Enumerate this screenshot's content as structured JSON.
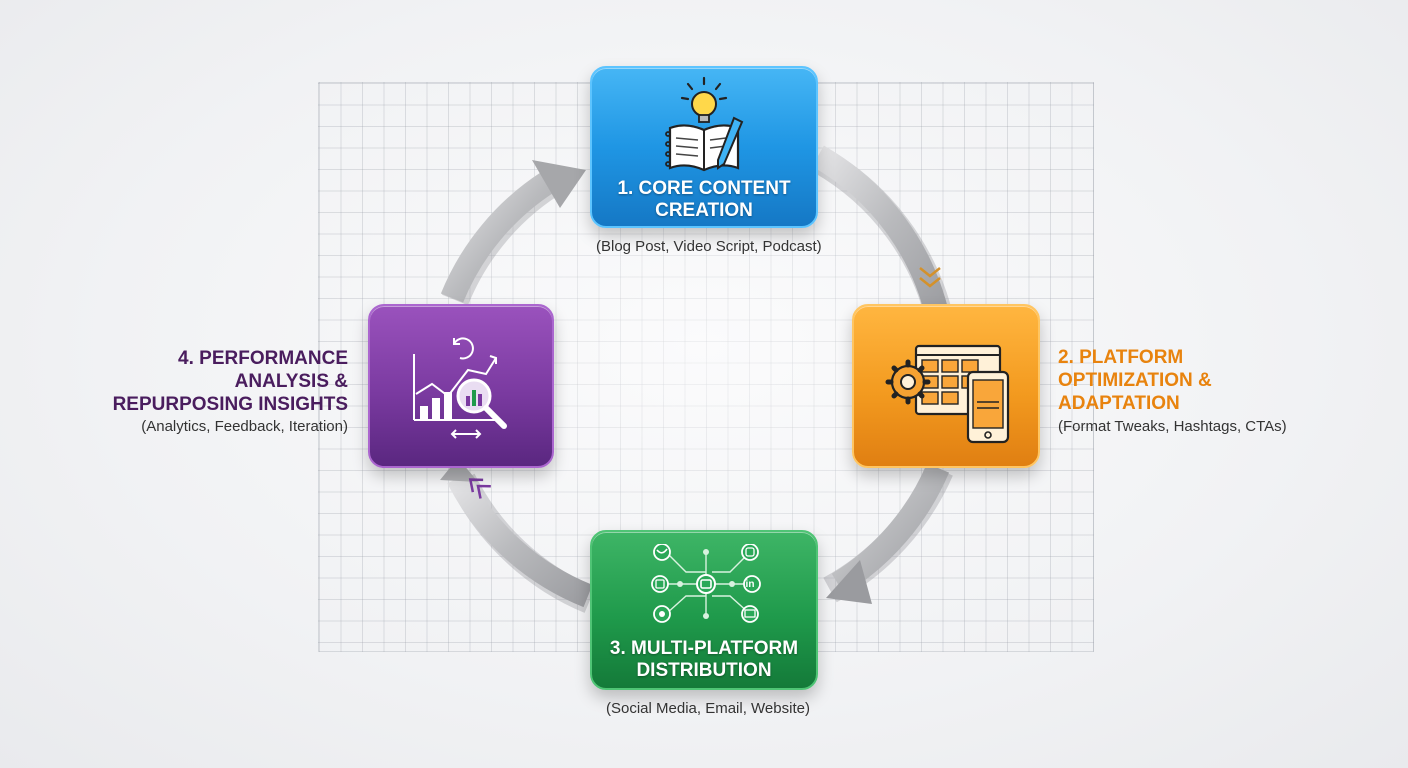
{
  "steps": [
    {
      "title_line1": "1. CORE CONTENT",
      "title_line2": "CREATION",
      "caption": "(Blog Post, Video Script, Podcast)",
      "color": "#1f96e4",
      "icon": "lightbulb-notebook-icon"
    },
    {
      "title_line1": "2. PLATFORM",
      "title_line2": "OPTIMIZATION &",
      "title_line3": "ADAPTATION",
      "caption": "(Format Tweaks, Hashtags, CTAs)",
      "color": "#e8830e",
      "icon": "gear-devices-icon"
    },
    {
      "title_line1": "3. MULTI-PLATFORM",
      "title_line2": "DISTRIBUTION",
      "caption": "(Social Media, Email, Website)",
      "color": "#1f9a4b",
      "icon": "social-network-hub-icon"
    },
    {
      "title_line1": "4. PERFORMANCE",
      "title_line2": "ANALYSIS &",
      "title_line3": "REPURPOSING INSIGHTS",
      "caption": "(Analytics, Feedback, Iteration)",
      "color": "#4a1d5e",
      "icon": "analytics-magnifier-icon"
    }
  ]
}
